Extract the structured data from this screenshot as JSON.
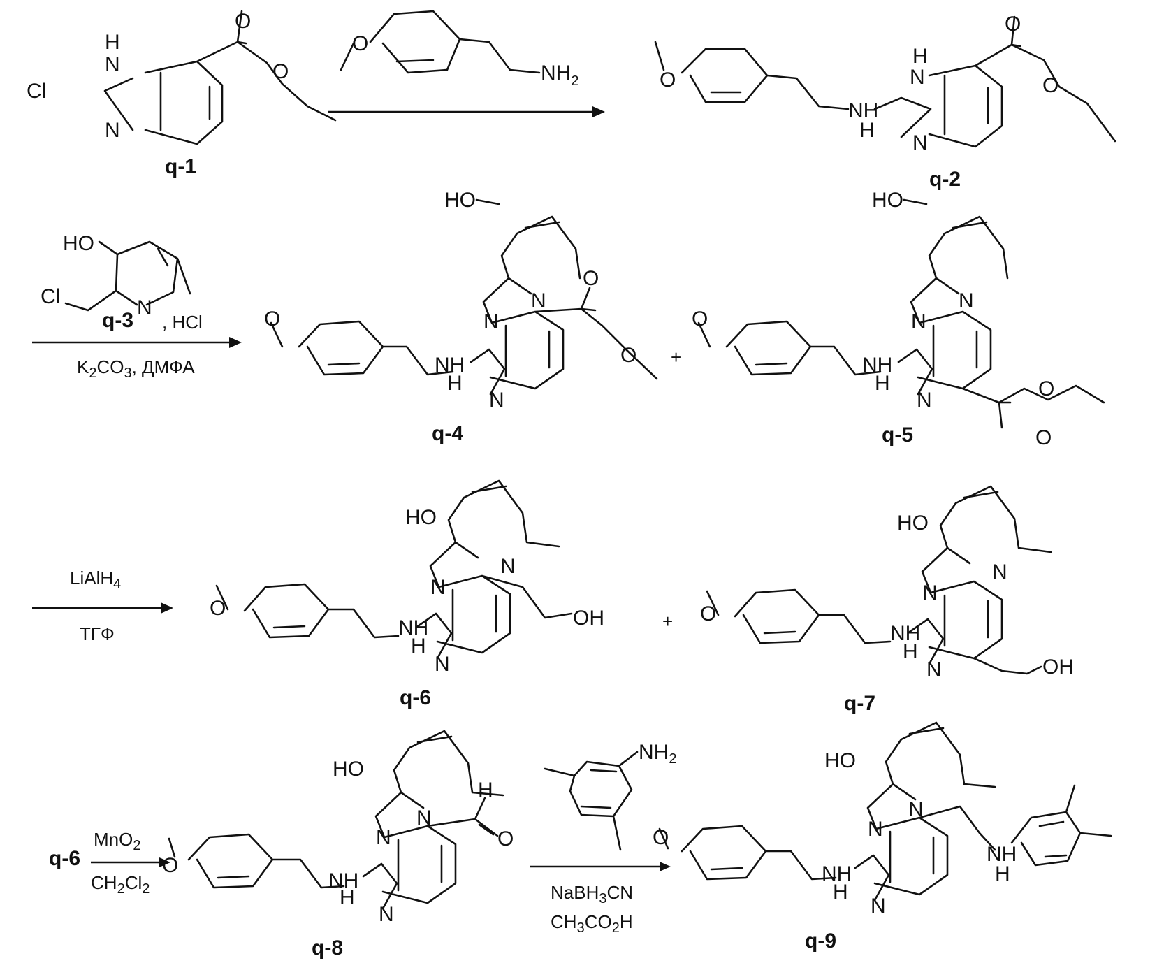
{
  "compounds": {
    "q1": "q-1",
    "q2": "q-2",
    "q3": "q-3",
    "q4": "q-4",
    "q5": "q-5",
    "q6": "q-6",
    "q7": "q-7",
    "q8": "q-8",
    "q9": "q-9"
  },
  "step1": {
    "amine_nh2": "NH"
  },
  "step2": {
    "hcl": ", HCl",
    "conditions_k": "K",
    "conditions_co": "CO",
    "conditions_solvent": ",  ДМФА"
  },
  "step3": {
    "reagent": "LiAlH",
    "solvent": "ТГФ"
  },
  "step4": {
    "start": "q-6",
    "reagent": "MnO",
    "solvent": "CH",
    "solvent_tail": "Cl",
    "aniline_nh2": "NH",
    "reductant": "NaBH",
    "reductant_tail": "CN",
    "acid": "CH",
    "acid_mid": "CO",
    "acid_tail": "H"
  },
  "atoms": {
    "H": "H",
    "N": "N",
    "O": "O",
    "Cl": "Cl",
    "HO": "HO",
    "OH": "OH",
    "NH": "NH"
  },
  "plus": "+"
}
